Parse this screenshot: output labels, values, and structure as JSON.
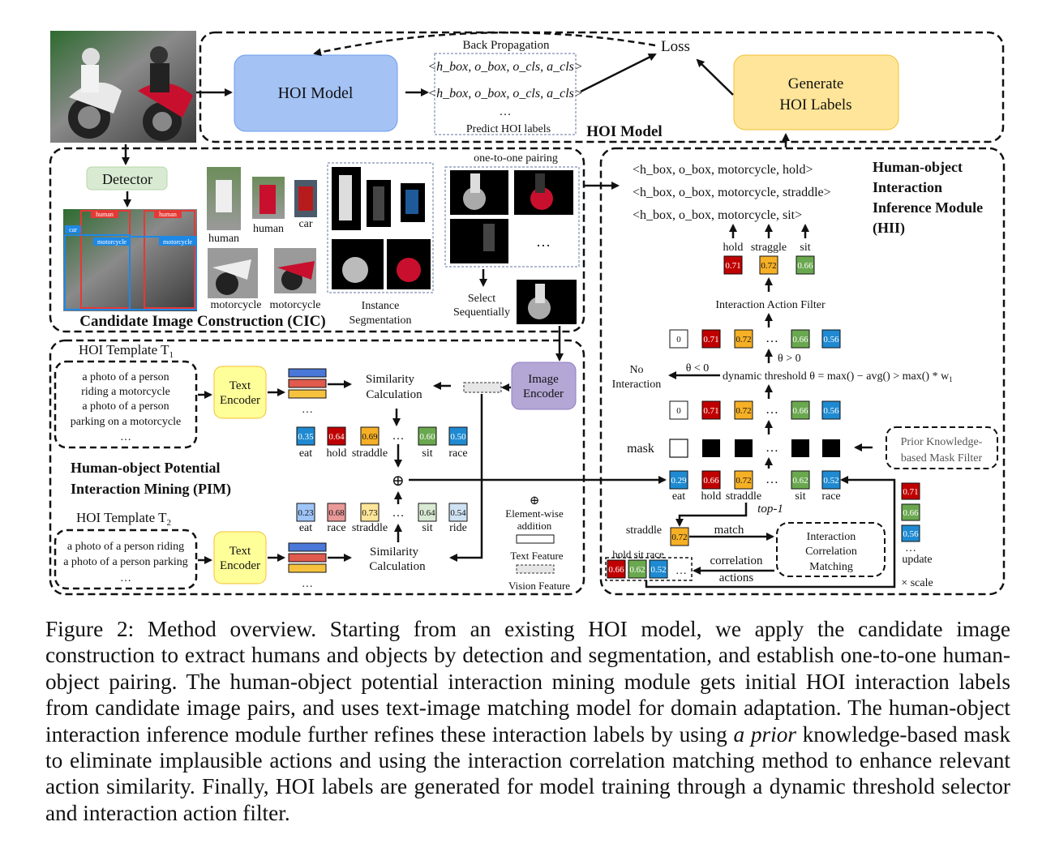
{
  "colors": {
    "hoi_model_fill": "#a4c2f4",
    "generate_fill": "#ffe599",
    "detector_fill": "#d9ead3",
    "text_encoder_fill": "#ffff99",
    "image_encoder_fill": "#b4a7d6",
    "red_score": "#c00000",
    "orange_score": "#f6b026",
    "green_score": "#6aa84f",
    "blue_score": "#1f8ad1",
    "feature_blue": "#4a78d8",
    "feature_red": "#e05a4e",
    "feature_yellow": "#f6c23e"
  },
  "hoi_model": {
    "back_propagation": "Back Propagation",
    "loss": "Loss",
    "model_box": "HOI Model",
    "tuple1": "<h_box, o_box, o_cls, a_cls>",
    "tuple2": "<h_box, o_box, o_cls, a_cls>",
    "ellipsis": "…",
    "predict_caption": "Predict HOI labels",
    "section_title": "HOI Model",
    "generate_line1": "Generate",
    "generate_line2": "HOI Labels"
  },
  "cic": {
    "detector": "Detector",
    "det_labels": [
      "human",
      "human",
      "car",
      "motorcycle",
      "motorcycle"
    ],
    "crop_labels": [
      "human",
      "human",
      "car",
      "motorcycle",
      "motorcycle"
    ],
    "instance_seg_line1": "Instance",
    "instance_seg_line2": "Segmentation",
    "one_to_one": "one-to-one pairing",
    "ellipsis": "…",
    "select_line1": "Select",
    "select_line2": "Sequentially",
    "section_title": "Candidate Image Construction (CIC)"
  },
  "pim": {
    "template1_title": "HOI Template T",
    "template1_sub": "1",
    "template1_lines": [
      "a photo of a person",
      "riding a motorcycle",
      "a photo of a person",
      "parking on a motorcycle",
      "…"
    ],
    "text_encoder_line1": "Text",
    "text_encoder_line2": "Encoder",
    "similarity_line1": "Similarity",
    "similarity_line2": "Calculation",
    "image_encoder_line1": "Image",
    "image_encoder_line2": "Encoder",
    "scores1": [
      {
        "label": "eat",
        "value": "0.35",
        "color": "#1f8ad1"
      },
      {
        "label": "hold",
        "value": "0.64",
        "color": "#c00000"
      },
      {
        "label": "straddle",
        "value": "0.69",
        "color": "#f6b026"
      },
      {
        "label": "sit",
        "value": "0.60",
        "color": "#6aa84f"
      },
      {
        "label": "race",
        "value": "0.50",
        "color": "#1f8ad1"
      }
    ],
    "scores2": [
      {
        "label": "eat",
        "value": "0.23",
        "color": "#9fc5f8"
      },
      {
        "label": "race",
        "value": "0.68",
        "color": "#ea9999"
      },
      {
        "label": "straddle",
        "value": "0.73",
        "color": "#ffe599"
      },
      {
        "label": "sit",
        "value": "0.64",
        "color": "#d9ead3"
      },
      {
        "label": "ride",
        "value": "0.54",
        "color": "#cfe2f3"
      }
    ],
    "ellipsis": "…",
    "plus": "⊕",
    "section_title_line1": "Human-object Potential",
    "section_title_line2": "Interaction Mining (PIM)",
    "template2_title": "HOI Template T",
    "template2_sub": "2",
    "template2_lines": [
      "a photo of a person riding",
      "a photo of a person parking",
      "…"
    ],
    "legend_plus": "⊕",
    "legend_elementwise_line1": "Element-wise",
    "legend_elementwise_line2": "addition",
    "legend_text_feature": "Text Feature",
    "legend_vision_feature": "Vision Feature"
  },
  "hii": {
    "triplets": [
      "<h_box, o_box, motorcycle, hold>",
      "<h_box, o_box, motorcycle, straddle>",
      "<h_box, o_box, motorcycle, sit>"
    ],
    "section_title": [
      "Human-object",
      "Interaction",
      "Inference Module",
      "(HII)"
    ],
    "final_labels": [
      "hold",
      "straggle",
      "sit"
    ],
    "final_scores": [
      {
        "value": "0.71",
        "color": "#c00000"
      },
      {
        "value": "0.72",
        "color": "#f6b026"
      },
      {
        "value": "0.66",
        "color": "#6aa84f"
      }
    ],
    "action_filter": "Interaction Action Filter",
    "row_after_threshold": [
      {
        "value": "0",
        "color": "#ffffff"
      },
      {
        "value": "0.71",
        "color": "#c00000"
      },
      {
        "value": "0.72",
        "color": "#f6b026"
      },
      {
        "value": "0.66",
        "color": "#6aa84f"
      },
      {
        "value": "0.56",
        "color": "#1f8ad1"
      }
    ],
    "theta_pos": "θ > 0",
    "theta_neg": "θ < 0",
    "no_interaction_line1": "No",
    "no_interaction_line2": "Interaction",
    "dynamic_threshold": "dynamic threshold θ = max() − avg() > max() * w",
    "dynamic_threshold_sub": "1",
    "row_masked": [
      {
        "value": "0",
        "color": "#ffffff"
      },
      {
        "value": "0.71",
        "color": "#c00000"
      },
      {
        "value": "0.72",
        "color": "#f6b026"
      },
      {
        "value": "0.66",
        "color": "#6aa84f"
      },
      {
        "value": "0.56",
        "color": "#1f8ad1"
      }
    ],
    "mask_label": "mask",
    "prior_line1": "Prior Knowledge-",
    "prior_line2": "based Mask Filter",
    "row_sum": [
      {
        "label": "eat",
        "value": "0.29",
        "color": "#1f8ad1"
      },
      {
        "label": "hold",
        "value": "0.66",
        "color": "#c00000"
      },
      {
        "label": "straddle",
        "value": "0.72",
        "color": "#f6b026"
      },
      {
        "label": "sit",
        "value": "0.62",
        "color": "#6aa84f"
      },
      {
        "label": "race",
        "value": "0.52",
        "color": "#1f8ad1"
      }
    ],
    "top1": "top-1",
    "straddle_label": "straddle",
    "straddle_value": "0.72",
    "match": "match",
    "icm_lines": [
      "Interaction",
      "Correlation",
      "Matching"
    ],
    "corr_line1": "correlation",
    "corr_line2": "actions",
    "corr_labels": "hold sit race",
    "corr_scores": [
      {
        "value": "0.66",
        "color": "#c00000"
      },
      {
        "value": "0.62",
        "color": "#6aa84f"
      },
      {
        "value": "0.52",
        "color": "#1f8ad1"
      }
    ],
    "update_scores": [
      {
        "value": "0.71",
        "color": "#c00000"
      },
      {
        "value": "0.66",
        "color": "#6aa84f"
      },
      {
        "value": "0.56",
        "color": "#1f8ad1"
      }
    ],
    "update_label": "update",
    "scale_label": "× scale",
    "ellipsis": "…"
  },
  "caption": {
    "part1": "Figure 2: Method overview. Starting from an existing HOI model, we apply the candidate image construction to extract humans and objects by detection and segmentation, and establish one-to-one human-object pairing. The human-object potential interaction mining module gets initial HOI interaction labels from candidate image pairs, and uses text-image matching model for domain adaptation. The human-object interaction inference module further refines these interaction labels by using ",
    "emph": "a prior",
    "part2": " knowledge-based mask to eliminate implausible actions and using the interaction correlation matching method to enhance relevant action similarity. Finally, HOI labels are generated for model training through a dynamic threshold selector and interaction action filter."
  }
}
